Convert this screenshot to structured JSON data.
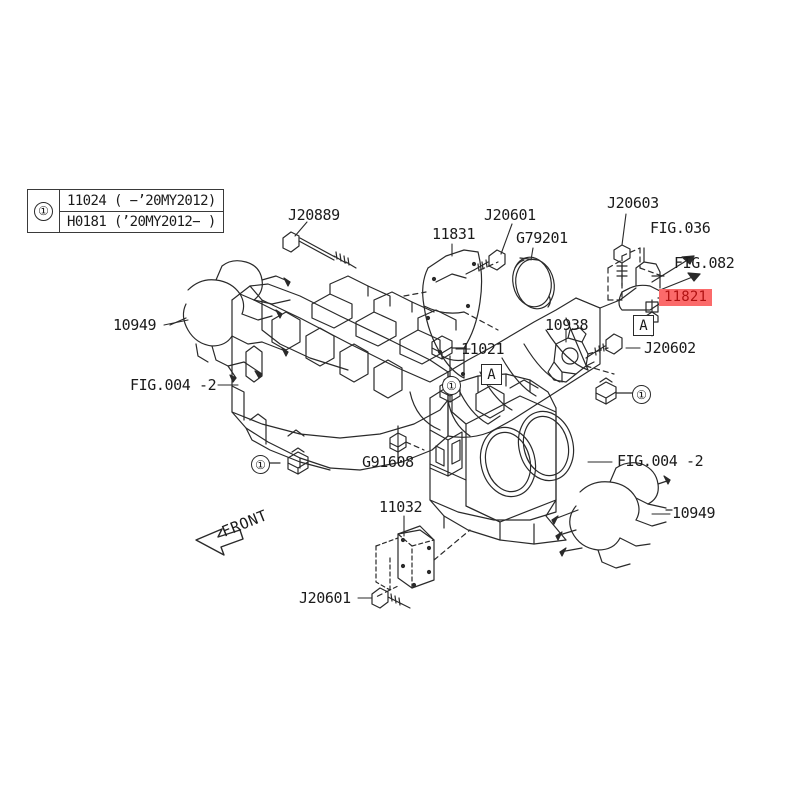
{
  "diagram": {
    "title": "Engine Block Exploded Parts Diagram",
    "background_color": "#ffffff",
    "line_color": "#2a2a2a",
    "highlight_color": "#fb6a6a",
    "highlight_text_color": "#b01212",
    "orientation_note": "FRONT"
  },
  "legend": {
    "index_marker": "①",
    "rows": [
      {
        "part": "11024 ( −’20MY2012)"
      },
      {
        "part": "H0181 (’20MY2012− )"
      }
    ]
  },
  "markers": {
    "index_1": "①",
    "section_a": "A"
  },
  "callouts": [
    {
      "id": "j20889",
      "label": "J20889"
    },
    {
      "id": "11831",
      "label": "11831"
    },
    {
      "id": "j20601-t",
      "label": "J20601"
    },
    {
      "id": "g79201",
      "label": "G79201"
    },
    {
      "id": "j20603",
      "label": "J20603"
    },
    {
      "id": "fig036",
      "label": "FIG.036"
    },
    {
      "id": "fig082",
      "label": "FIG.082"
    },
    {
      "id": "11821",
      "label": "11821"
    },
    {
      "id": "10949-l",
      "label": "10949"
    },
    {
      "id": "fig004-2-l",
      "label": "FIG.004 -2"
    },
    {
      "id": "11021",
      "label": "11021"
    },
    {
      "id": "10938",
      "label": "10938"
    },
    {
      "id": "j20602",
      "label": "J20602"
    },
    {
      "id": "g91608",
      "label": "G91608"
    },
    {
      "id": "fig004-2-r",
      "label": "FIG.004 -2"
    },
    {
      "id": "11032",
      "label": "11032"
    },
    {
      "id": "10949-r",
      "label": "10949"
    },
    {
      "id": "j20601-b",
      "label": "J20601"
    },
    {
      "id": "front",
      "label": "FRONT"
    }
  ],
  "labels": {
    "j20889": "J20889",
    "p11831": "11831",
    "j20601_top": "J20601",
    "g79201": "G79201",
    "j20603": "J20603",
    "fig036": "FIG.036",
    "fig082": "FIG.082",
    "p11821": "11821",
    "p10949_left": "10949",
    "fig004_2_left": "FIG.004 -2",
    "p11021": "11021",
    "p10938": "10938",
    "j20602": "J20602",
    "g91608": "G91608",
    "fig004_2_right": "FIG.004 -2",
    "p11032": "11032",
    "p10949_right": "10949",
    "j20601_bottom": "J20601",
    "front": "FRONT"
  }
}
